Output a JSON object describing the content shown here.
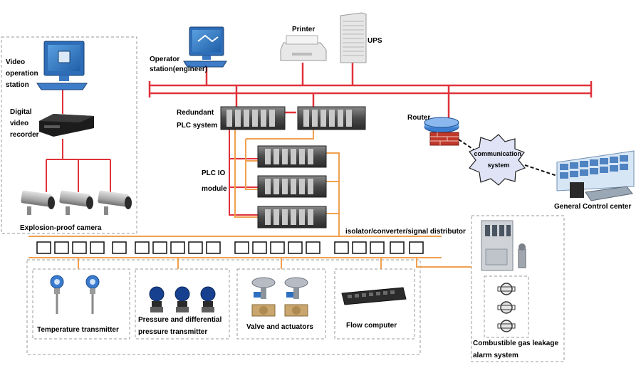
{
  "labels": {
    "video_station": [
      "Video",
      "operation",
      "station"
    ],
    "dvr": [
      "Digital",
      "video",
      "recorder"
    ],
    "camera": "Explosion-proof camera",
    "operator": [
      "Operator",
      "station(engineer)"
    ],
    "printer": "Printer",
    "ups": "UPS",
    "plc": [
      "Redundant",
      "PLC system"
    ],
    "plcio": [
      "PLC IO",
      "module"
    ],
    "router": "Router",
    "comm": [
      "communication",
      "system"
    ],
    "gcc": "General Control center",
    "isolator": "isolator/converter/signal distributor",
    "temp": "Temperature transmitter",
    "pressure": [
      "Pressure and differential",
      "pressure transmitter"
    ],
    "valve": "Valve  and actuators",
    "flow": "Flow computer",
    "gas": [
      "Combustible gas  leakage",
      "alarm system"
    ]
  },
  "colors": {
    "network_bus": "#e0323a",
    "field_bus": "#f0a050",
    "dashed_border": "#999999"
  },
  "icons": [
    "monitor-icon",
    "dvr-icon",
    "camera-icon",
    "printer-icon",
    "ups-cabinet-icon",
    "plc-rack-icon",
    "router-icon",
    "firewall-icon",
    "cloud-icon",
    "control-room-icon",
    "temperature-transmitter-icon",
    "pressure-transmitter-icon",
    "valve-actuator-icon",
    "flow-computer-icon",
    "gas-detector-icon"
  ]
}
